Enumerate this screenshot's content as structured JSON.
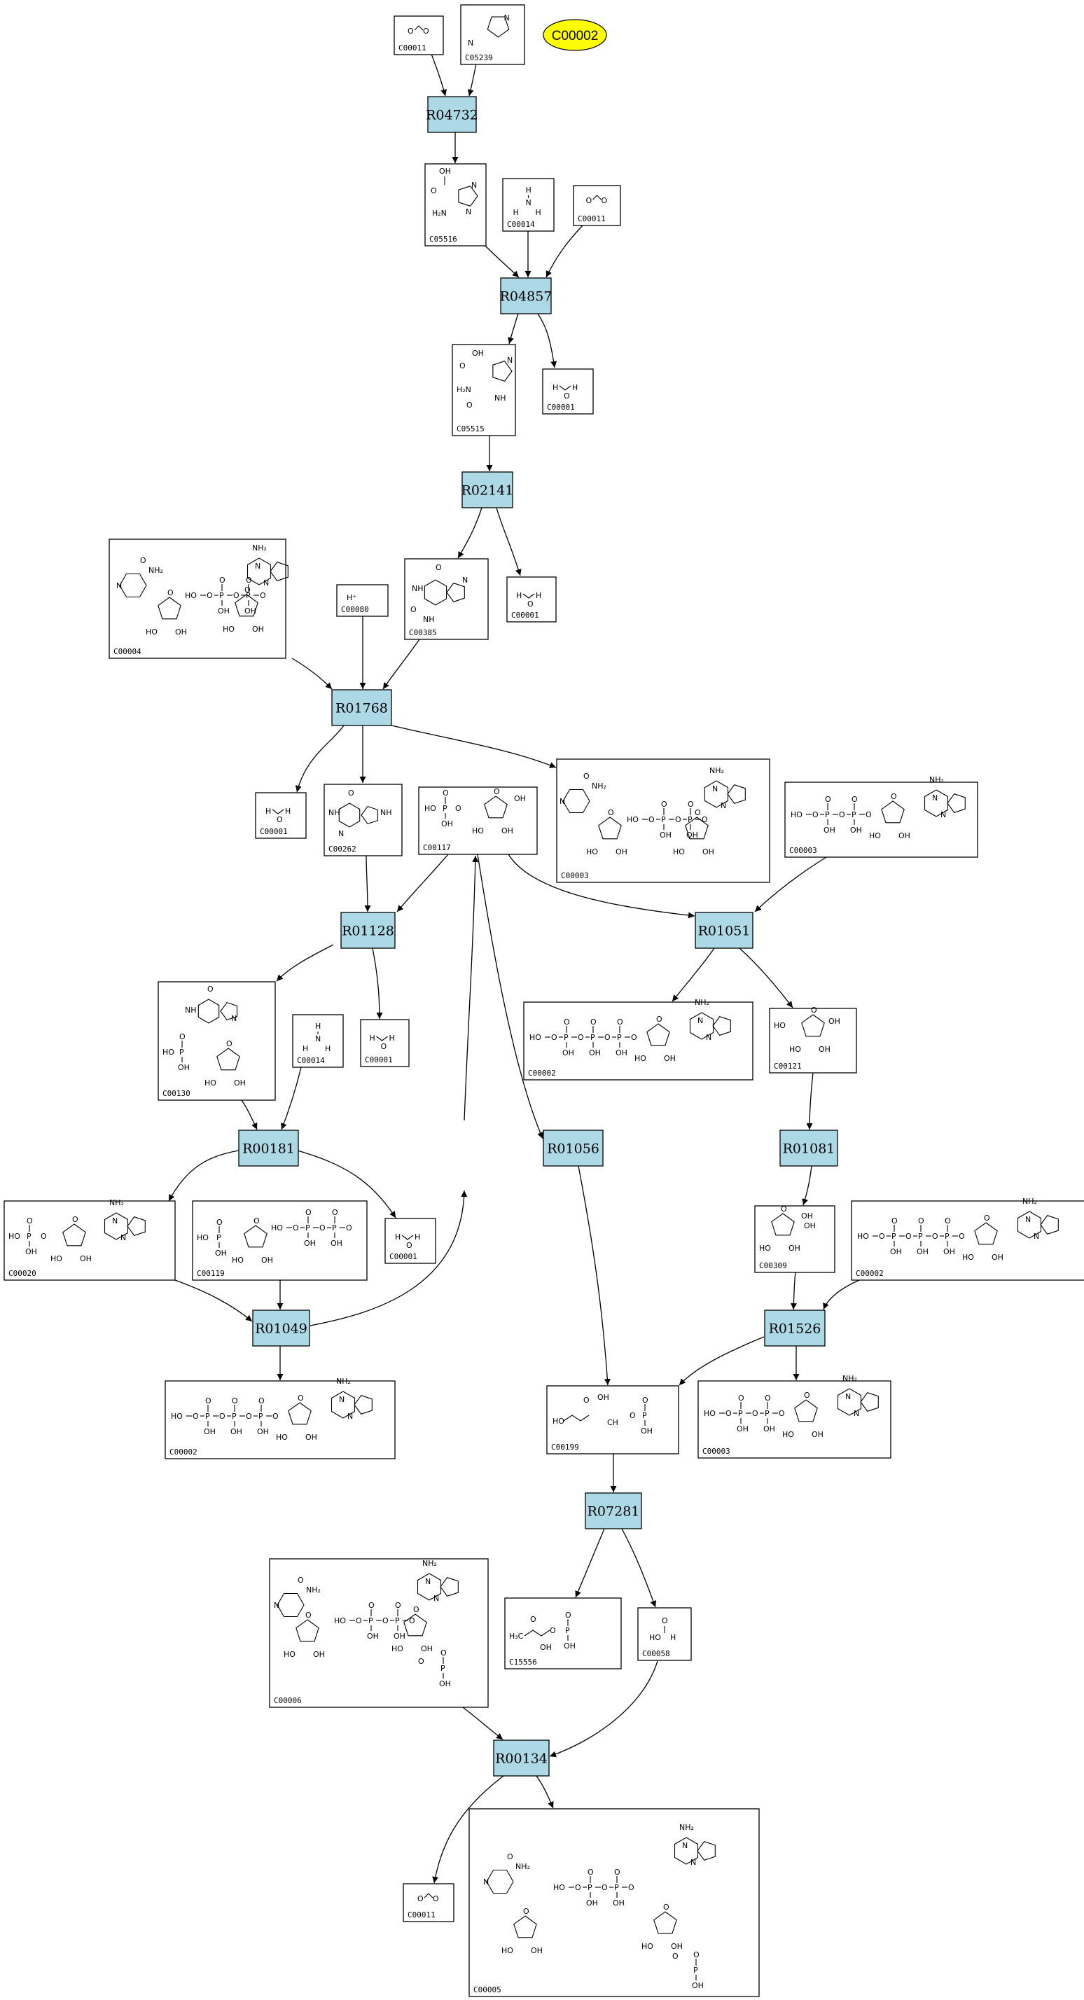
{
  "highlight": "C00002",
  "reactions": [
    "R04732",
    "R04857",
    "R02141",
    "R01768",
    "R01128",
    "R01051",
    "R00181",
    "R01056",
    "R01081",
    "R01049",
    "R01526",
    "R07281",
    "R00134"
  ],
  "compounds": [
    "C00011",
    "C05239",
    "C05516",
    "C00014",
    "C00011",
    "C05515",
    "C00001",
    "C00004",
    "C00080",
    "C00385",
    "C00001",
    "C00001",
    "C00262",
    "C00117",
    "C00003",
    "C00003",
    "C00130",
    "C00014",
    "C00001",
    "C00002",
    "C00121",
    "C00020",
    "C00119",
    "C00001",
    "C00309",
    "C00002",
    "C00002",
    "C00199",
    "C00003",
    "C00006",
    "C15556",
    "C00058",
    "C00011",
    "C00005"
  ],
  "atom_labels": {
    "h": "H",
    "h_plus": "H⁺",
    "o": "O",
    "n": "N",
    "nh": "NH",
    "oh": "OH",
    "ho": "HO",
    "p": "P",
    "nh2": "NH₂",
    "h2n": "H₂N",
    "h3c": "H₃C",
    "ch": "CH"
  }
}
